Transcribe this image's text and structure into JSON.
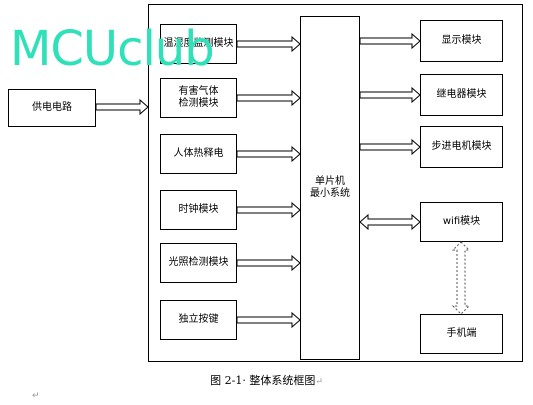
{
  "diagram": {
    "power": "供电电路",
    "inputs": [
      {
        "label": "温湿度监测模块"
      },
      {
        "label": "有害气体\n检测模块"
      },
      {
        "label": "人体热释电"
      },
      {
        "label": "时钟模块"
      },
      {
        "label": "光照检测模块"
      },
      {
        "label": "独立按键"
      }
    ],
    "mcu": {
      "line1": "单片机",
      "line2": "最小系统"
    },
    "outputs": [
      {
        "label": "显示模块"
      },
      {
        "label": "继电器模块"
      },
      {
        "label": "步进电机模块"
      },
      {
        "label": "wifi模块"
      },
      {
        "label": "手机端"
      }
    ],
    "caption": "图 2-1· 整体系统框图",
    "caption_mark": "↵",
    "paragraph_mark": "↵",
    "watermark": "MCUclub"
  },
  "colors": {
    "watermark": "#2fe0b9",
    "line": "#000000"
  }
}
